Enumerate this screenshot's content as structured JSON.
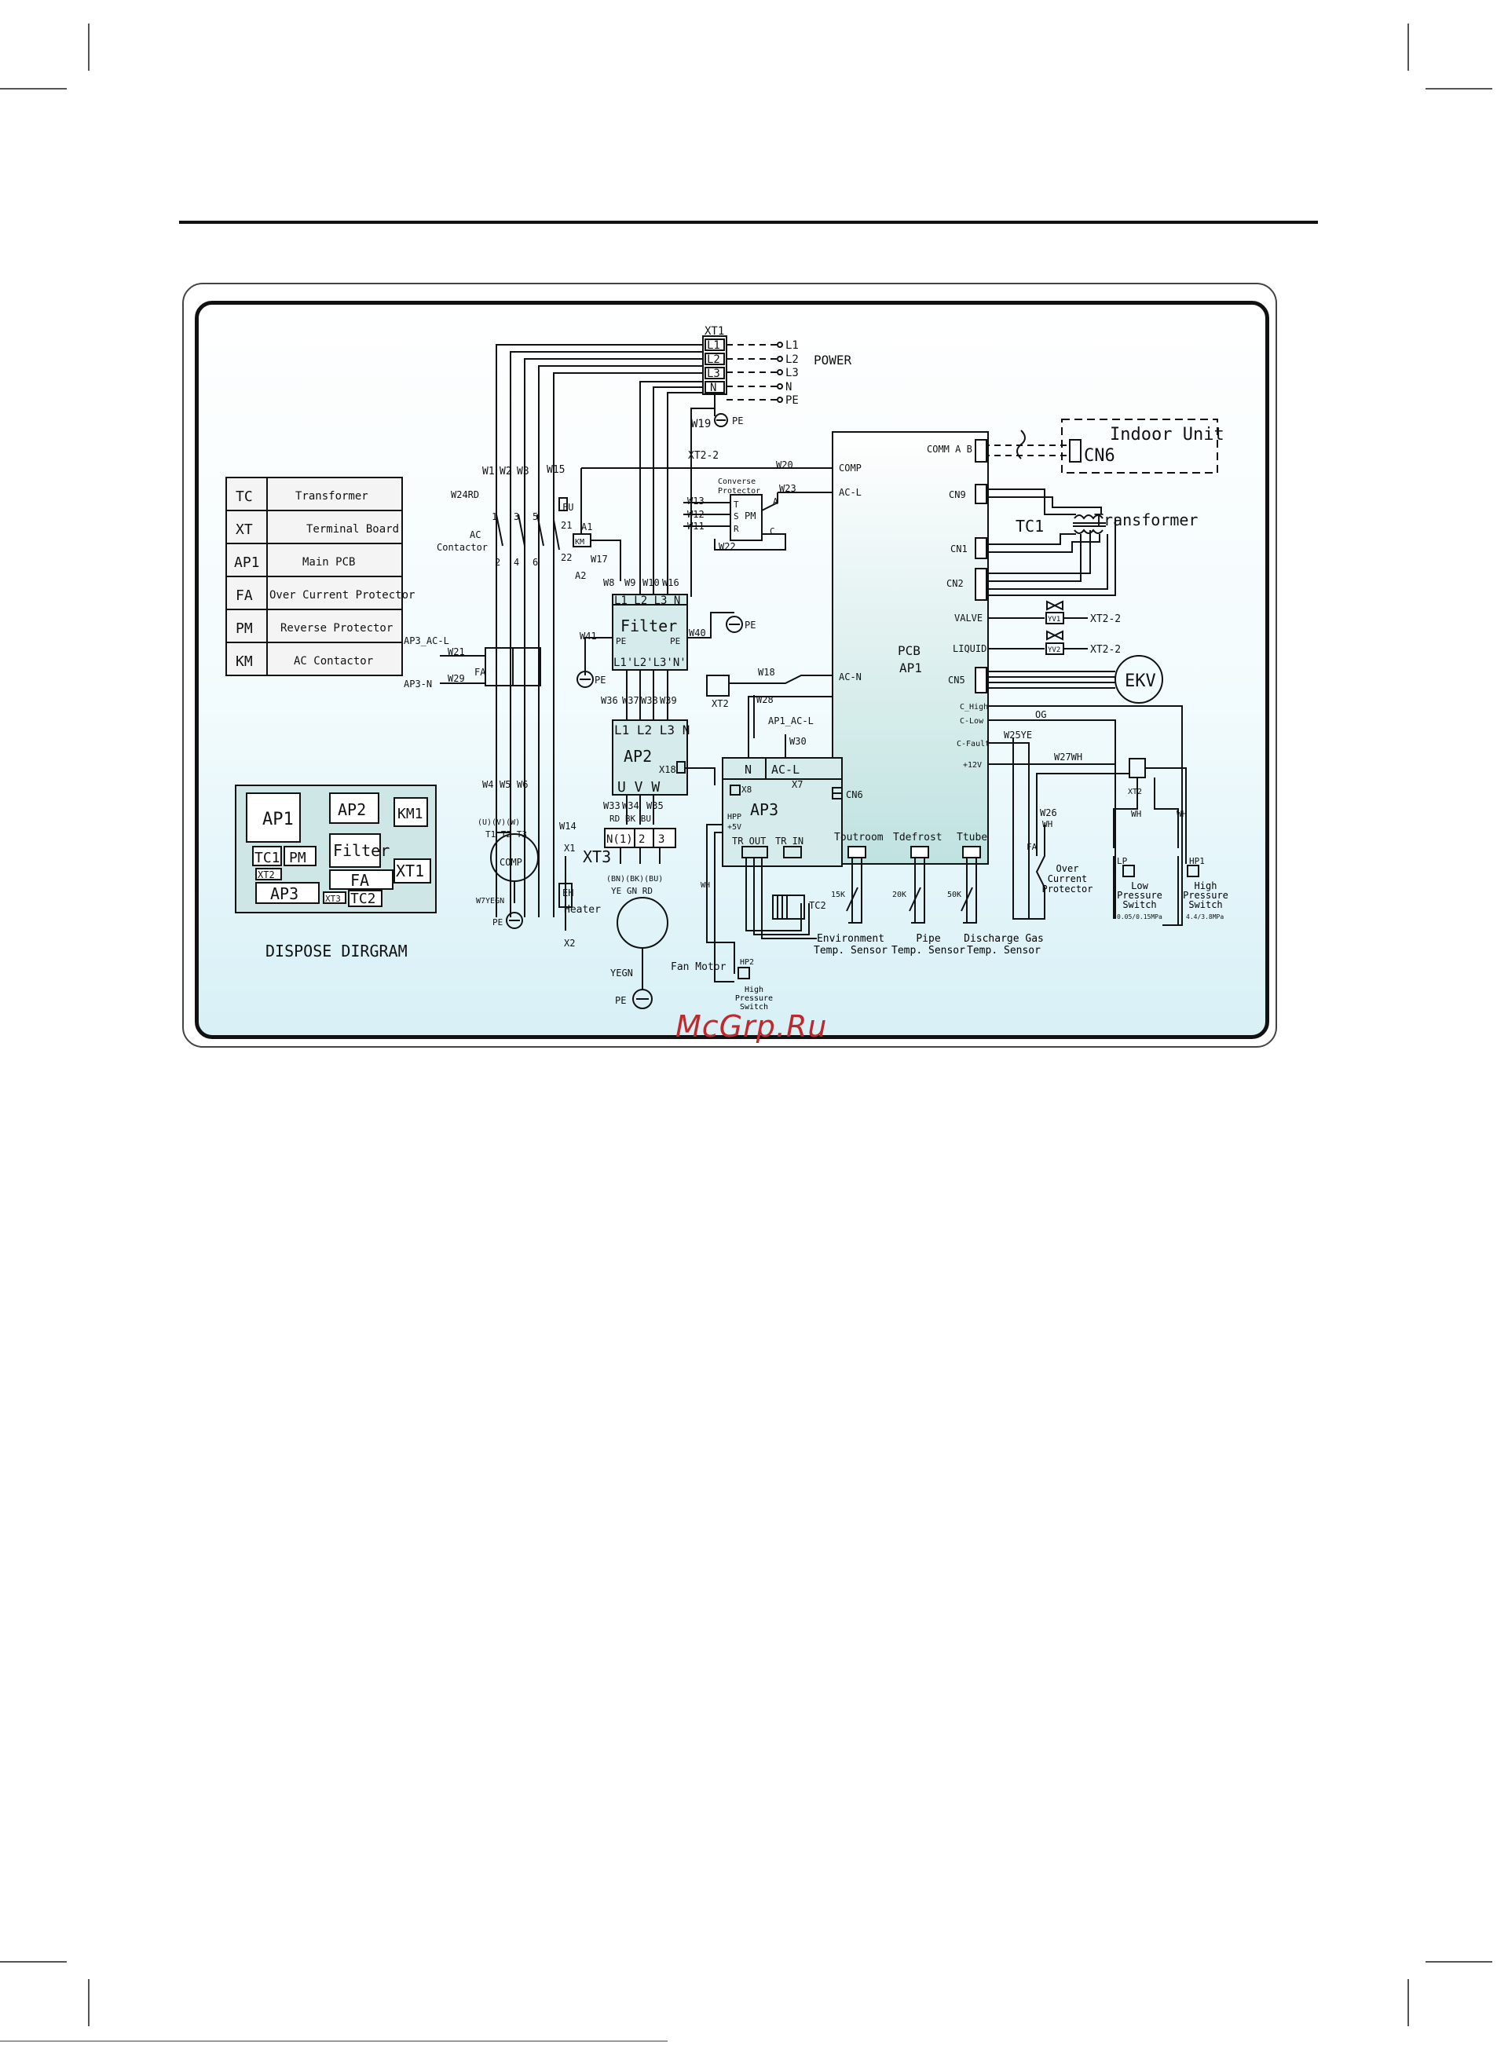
{
  "legend": [
    {
      "code": "TC",
      "name": "Transformer"
    },
    {
      "code": "XT",
      "name": "Terminal Board"
    },
    {
      "code": "AP1",
      "name": "Main PCB"
    },
    {
      "code": "FA",
      "name": "Over Current Protector"
    },
    {
      "code": "PM",
      "name": "Reverse Protector"
    },
    {
      "code": "KM",
      "name": "AC Contactor"
    }
  ],
  "dispose": {
    "title": "DISPOSE DIRGRAM",
    "ap1": "AP1",
    "ap2": "AP2",
    "km1": "KM1",
    "tc1": "TC1",
    "pm": "PM",
    "filter": "Filter",
    "xt2": "XT2",
    "xt1": "XT1",
    "fa": "FA",
    "ap3": "AP3",
    "xt3": "XT3",
    "tc2": "TC2"
  },
  "power": {
    "xt1": "XT1",
    "power_label": "POWER",
    "lines": [
      "L1",
      "L2",
      "L3",
      "N"
    ],
    "out": [
      "L1",
      "L2",
      "L3",
      "N",
      "PE"
    ],
    "w19": "W19",
    "pe": "PE",
    "xt2_2": "XT2-2"
  },
  "indoor": {
    "label": "Indoor Unit",
    "cn6": "CN6",
    "comm": "COMM A B"
  },
  "transformer": {
    "tc1": "TC1",
    "label": "Transformer"
  },
  "pcb": {
    "title": "PCB",
    "sub": "AP1",
    "comp": "COMP",
    "acl": "AC-L",
    "acn": "AC-N",
    "cn6": "CN6",
    "right": [
      "CN9",
      "CN1",
      "CN2",
      "VALVE",
      "LIQUID",
      "CN5",
      "C_High",
      "C-Low",
      "C-Fault",
      "+12V"
    ],
    "bottom": [
      "Toutroom",
      "Tdefrost",
      "Ttube"
    ]
  },
  "valves": {
    "yv1": "YV1",
    "yv2": "YV2",
    "xt2a": "XT2-2",
    "xt2b": "XT2-2",
    "ekv": "EKV"
  },
  "wires": {
    "w1": "W1",
    "w2": "W2",
    "w3": "W3",
    "w15": "W15",
    "w24rd": "W24RD",
    "w20": "W20",
    "w23": "W23",
    "w13": "W13",
    "w12": "W12",
    "w11": "W11",
    "w22": "W22",
    "w17": "W17",
    "w8": "W8",
    "w9": "W9",
    "w10": "W10",
    "w16": "W16",
    "w41": "W41",
    "w40": "W40",
    "w21": "W21",
    "w29": "W29",
    "w18": "W18",
    "w36": "W36",
    "w37": "W37",
    "w38": "W38",
    "w39": "W39",
    "w28": "W28",
    "w30": "W30",
    "w4": "W4",
    "w5": "W5",
    "w6": "W6",
    "w14": "W14",
    "w33": "W33",
    "w34": "W34",
    "w35": "W35",
    "w25ye": "W25YE",
    "w27wh": "W27WH",
    "w26": "W26",
    "og": "OG",
    "wh1": "WH",
    "wh2": "WH",
    "wh3": "WH",
    "wh4": "WH"
  },
  "parts": {
    "ac_contactor": "AC\nContactor",
    "fu": "FU",
    "a1": "A1",
    "km": "KM",
    "a2": "A2",
    "c21": "21",
    "c22": "22",
    "c1": "1",
    "c3": "3",
    "c5": "5",
    "c2": "2",
    "c4": "4",
    "c6": "6",
    "conv": "Converse",
    "prot": "Protector",
    "pm": "PM",
    "t": "T",
    "s": "S",
    "r": "R",
    "c": "C",
    "a": "A",
    "filter": "Filter",
    "filter_top": "L1 L2 L3 N",
    "filter_bot": "L1'L2'L3'N'",
    "pe": "PE",
    "fa": "FA",
    "ap3_acl": "AP3_AC-L",
    "ap3_n": "AP3-N",
    "ap2": "AP2",
    "ap2_top": "L1 L2 L3 N",
    "uvw": "U V W",
    "x18": "X18",
    "ap1_acl": "AP1_AC-L",
    "ap3": "AP3",
    "ap3_n_lbl": "N",
    "ap3_acl_lbl": "AC-L",
    "x7": "X7",
    "x8": "X8",
    "hpp": "HPP",
    "p5v": "+5V",
    "trout": "TR_OUT",
    "trin": "TR_IN",
    "tc2": "TC2",
    "comp": "COMP",
    "uvw_lbl": "(U)(V)(W)",
    "t123": "T1 T2 T3",
    "w7yegn": "W7YEGN",
    "x1": "X1",
    "eh": "EH",
    "heater": "Heater",
    "x2": "X2",
    "xt3": "XT3",
    "xt3_cells": [
      "N(1)",
      "2",
      "3"
    ],
    "rdbkbu": "RD BK BU",
    "bn": "(BN)(BK)(BU)",
    "yegnrd": "YE GN RD",
    "fanmotor": "Fan Motor",
    "yegn": "YEGN",
    "hp2": "HP2",
    "hp_sw": "High\nPressure\nSwitch",
    "pe_gnd": "PE",
    "k15": "15K",
    "k20": "20K",
    "k50": "50K",
    "env": "Environment\nTemp. Sensor",
    "pipe": "Pipe\nTemp. Sensor",
    "disch": "Discharge Gas\nTemp. Sensor",
    "oc": "Over\nCurrent\nProtector",
    "lp": "LP",
    "lp_sw": "Low\nPressure\nSwitch",
    "lp_val": "0.05/0.15MPa",
    "hp1": "HP1",
    "hp1_sw": "High\nPressure\nSwitch",
    "hp1_val": "4.4/3.8MPa",
    "xt2": "XT2",
    "xt2b": "XT2"
  },
  "watermark": "McGrp.Ru"
}
